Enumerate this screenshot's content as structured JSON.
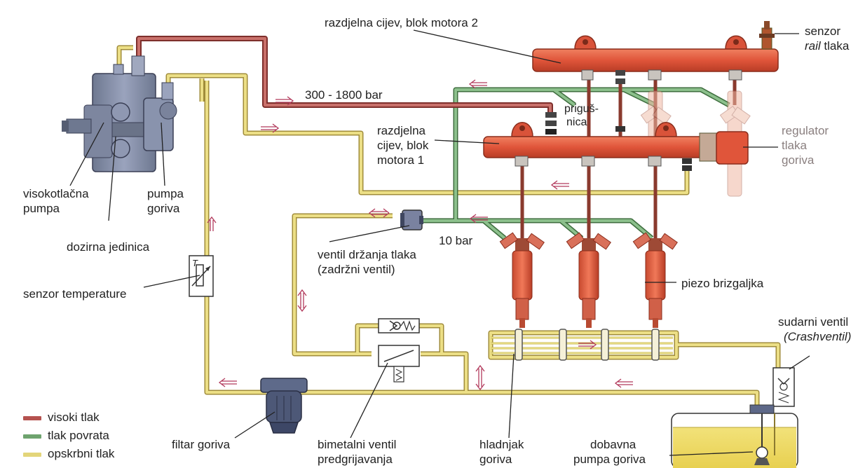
{
  "colors": {
    "high_pressure": "#b5524f",
    "return_pressure": "#6ea36e",
    "supply_pressure": "#e3d57a",
    "rail": "#e05a3a",
    "pump": "#8a93ad"
  },
  "labels": {
    "rail_2": "razdjelna cijev, blok motora 2",
    "rail_pressure_sensor_1": "senzor",
    "rail_pressure_sensor_2_italic": "rail",
    "rail_pressure_sensor_2_rest": " tlaka",
    "pressure_high": "300 - 1800 bar",
    "throttle_1": "priguš-",
    "throttle_2": "nica",
    "rail_1_a": "razdjelna",
    "rail_1_b": "cijev, blok",
    "rail_1_c": "motora 1",
    "regulator_1": "regulator",
    "regulator_2": "tlaka",
    "regulator_3": "goriva",
    "hp_pump_1": "visokotlačna",
    "hp_pump_2": "pumpa",
    "fuel_pump_1": "pumpa",
    "fuel_pump_2": "goriva",
    "metering_unit": "dozirna jedinica",
    "valve_hold_1": "ventil držanja tlaka",
    "valve_hold_2": "(zadržni ventil)",
    "pressure_low": "10 bar",
    "temp_sensor": "senzor temperature",
    "temp_symbol": "T",
    "piezo_injector": "piezo brizgaljka",
    "crash_valve_1": "sudarni ventil",
    "crash_valve_2": "(Crashventil)",
    "fuel_filter": "filtar goriva",
    "bimetal_1": "bimetalni ventil",
    "bimetal_2": "predgrijavanja",
    "cooler_1": "hladnjak",
    "cooler_2": "goriva",
    "feed_pump_1": "dobavna",
    "feed_pump_2": "pumpa goriva"
  },
  "legend": [
    {
      "label": "visoki tlak",
      "color": "#b5524f"
    },
    {
      "label": "tlak povrata",
      "color": "#6ea36e"
    },
    {
      "label": "opskrbni tlak",
      "color": "#e3d57a"
    }
  ]
}
